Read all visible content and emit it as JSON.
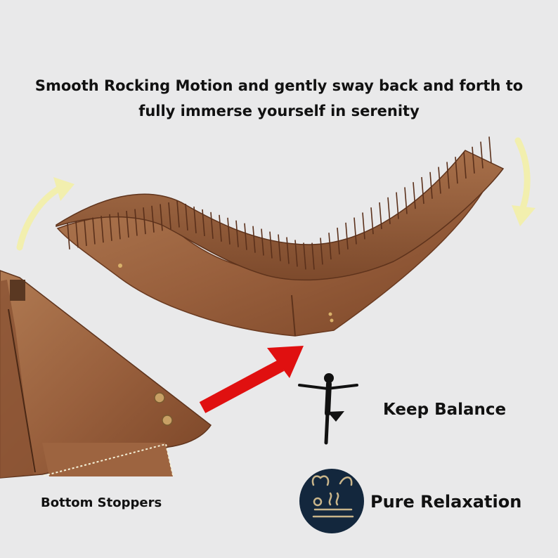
{
  "headline": {
    "line1": "Smooth Rocking Motion and gently sway back and forth to",
    "line2": "fully immerse yourself in serenity"
  },
  "features": {
    "balance_label": "Keep Balance",
    "relax_label": "Pure Relaxation",
    "stoppers_label": "Bottom Stoppers"
  },
  "colors": {
    "background": "#e9e9ea",
    "wood_light": "#a36a45",
    "wood_dark": "#6e3f24",
    "arrow_yellow": "#f2efae",
    "arrow_red": "#e01010",
    "icon_navy": "#13273d"
  },
  "icons": {
    "balance": "balance-figure-icon",
    "relax": "relaxation-spa-icon",
    "motion_left": "curved-arrow-up-icon",
    "motion_right": "curved-arrow-down-icon",
    "pointer": "red-arrow-icon"
  }
}
